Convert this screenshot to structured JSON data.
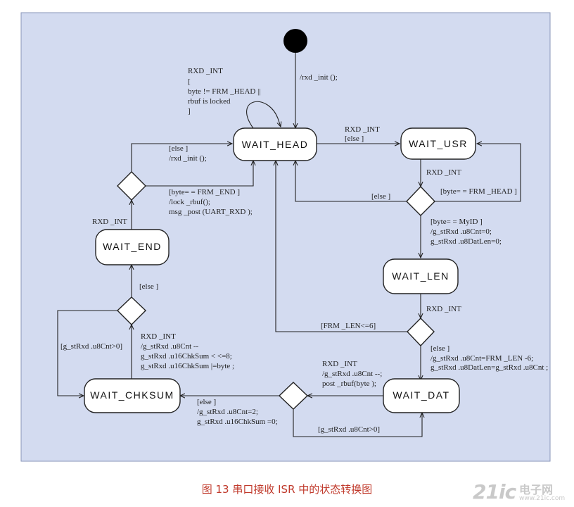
{
  "states": {
    "wait_head": "WAIT_HEAD",
    "wait_usr": "WAIT_USR",
    "wait_len": "WAIT_LEN",
    "wait_dat": "WAIT_DAT",
    "wait_end": "WAIT_END",
    "wait_chksum": "WAIT_CHKSUM"
  },
  "labels": {
    "init": "/rxd _init ();",
    "self_loop": [
      "RXD _INT",
      "[",
      "byte != FRM _HEAD ||",
      "rbuf is locked",
      "]"
    ],
    "head_to_usr": [
      "RXD _INT",
      "[else ]"
    ],
    "usr_trigger": "RXD _INT",
    "usr_else": "[else ]",
    "usr_frm_head": "[byte= = FRM _HEAD ]",
    "usr_myid": [
      "[byte= = MyID ]",
      "/g_stRxd .u8Cnt=0;",
      "g_stRxd .u8DatLen=0;"
    ],
    "len_trigger": "RXD _INT",
    "len_frm_len": "[FRM _LEN<=6]",
    "len_else": [
      "[else ]",
      "/g_stRxd .u8Cnt=FRM _LEN -6;",
      "g_stRxd .u8DatLen=g_stRxd .u8Cnt ;"
    ],
    "dat_trigger": [
      "RXD _INT",
      "/g_stRxd .u8Cnt --;",
      "post _rbuf(byte );"
    ],
    "dat_cnt_gt0": "[g_stRxd .u8Cnt>0]",
    "dat_else": [
      "[else ]",
      "/g_stRxd .u8Cnt=2;",
      "g_stRxd .u16ChkSum =0;"
    ],
    "chksum_trigger": [
      "RXD _INT",
      "/g_stRxd .u8Cnt --",
      "g_stRxd .u16ChkSum < <=8;",
      "g_stRxd .u16ChkSum |=byte ;"
    ],
    "chksum_cnt_gt0": "[g_stRxd .u8Cnt>0]",
    "chksum_else": "[else ]",
    "end_trigger": "RXD _INT",
    "end_else": [
      "[else ]",
      "/rxd _init ();"
    ],
    "end_frm_end": [
      "[byte= = FRM _END ]",
      "/lock _rbuf();",
      "msg _post (UART_RXD );"
    ]
  },
  "caption": "图 13  串口接收 ISR 中的状态转换图",
  "watermark": {
    "logo": "21ic",
    "cn": "电子网",
    "url": "www.21ic.com"
  },
  "colors": {
    "panel": "#d3dbf0",
    "caption": "#c0392b"
  }
}
